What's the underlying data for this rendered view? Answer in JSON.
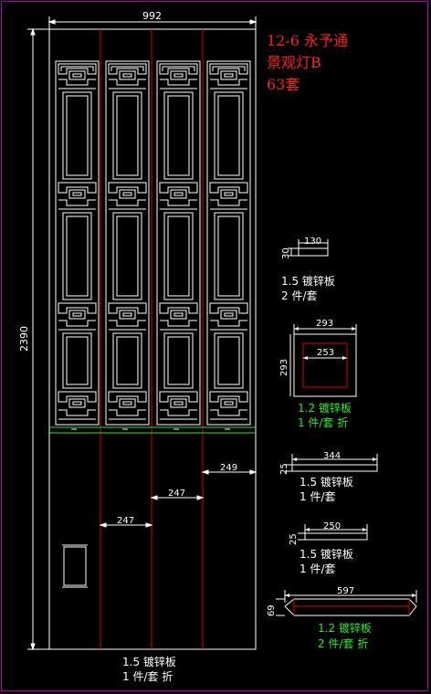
{
  "colors": {
    "background": "#000000",
    "outline": "#ffffff",
    "title": "#ff2020",
    "bend_line": "#e00000",
    "green_note": "#22ee22",
    "frame": "#b000b0"
  },
  "title": {
    "line1": "12-6 永予通",
    "line2": "景观灯B",
    "line3": "63套"
  },
  "main_panel": {
    "width_dim": "992",
    "height_dim": "2390",
    "gap_dims": [
      "247",
      "247",
      "249"
    ],
    "note_line1": "1.5 镀锌板",
    "note_line2": "1 件/套 折"
  },
  "parts": [
    {
      "width_dim": "130",
      "height_dim": "30",
      "note1": "1.5 镀锌板",
      "note2": "2 件/套",
      "note_color": "white"
    },
    {
      "width_dim": "293",
      "inner_dim": "253",
      "height_dim": "293",
      "note1": "1.2 镀锌板",
      "note2": "1 件/套 折",
      "note_color": "green"
    },
    {
      "width_dim": "344",
      "height_dim": "25",
      "note1": "1.5 镀锌板",
      "note2": "1 件/套",
      "note_color": "white"
    },
    {
      "width_dim": "250",
      "height_dim": "25",
      "note1": "1.5 镀锌板",
      "note2": "1 件/套",
      "note_color": "white"
    },
    {
      "width_dim": "597",
      "height_dim": "69",
      "note1": "1.2 镀锌板",
      "note2": "2 件/套 折",
      "note_color": "green"
    }
  ]
}
